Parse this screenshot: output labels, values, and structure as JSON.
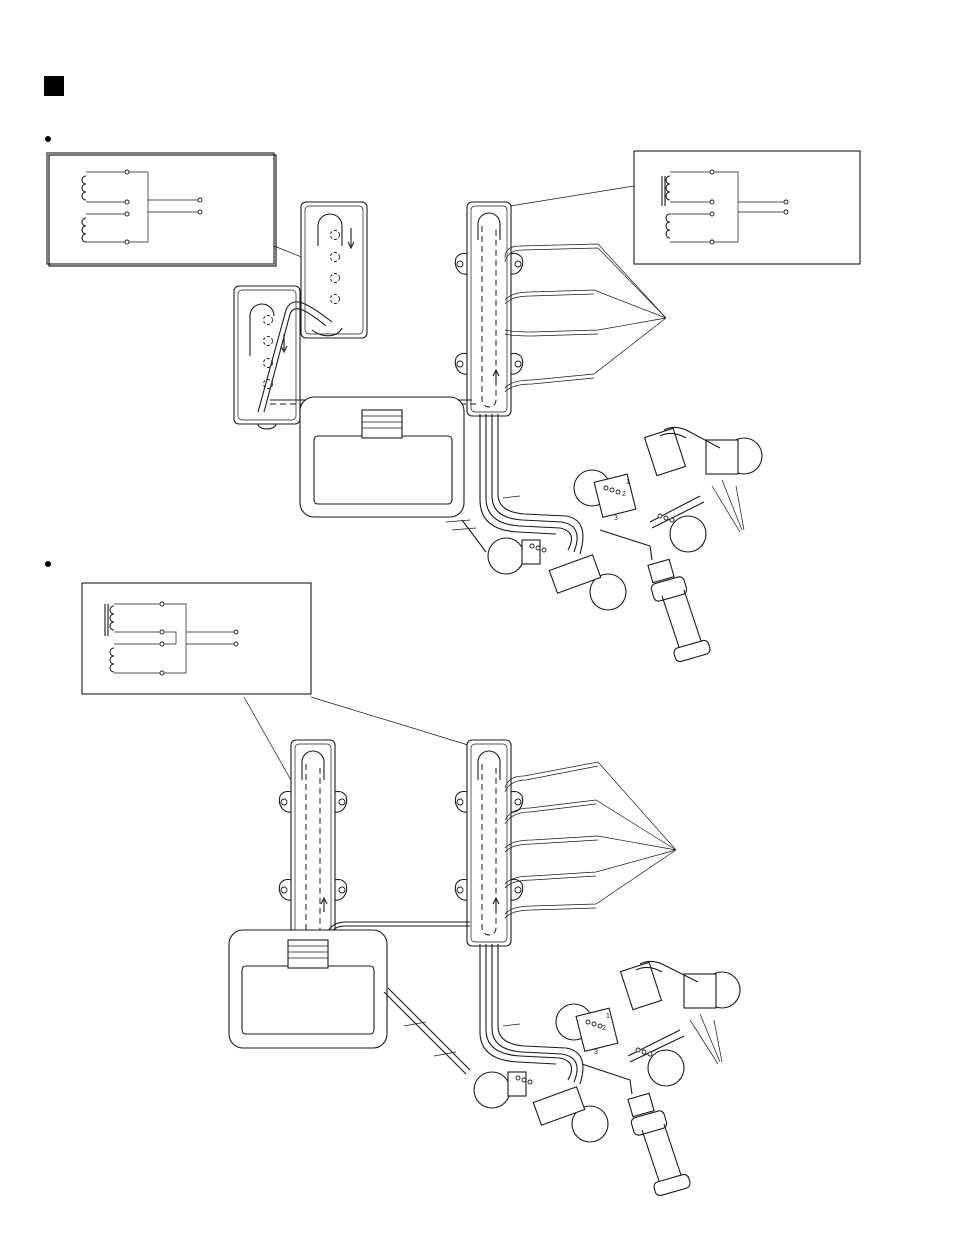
{
  "colors": {
    "ink": "#1a1a1a",
    "paper": "#ffffff"
  },
  "section": {
    "marker_icon": "filled-square"
  },
  "bullets": {
    "icon": "bullet-dot"
  },
  "components": {
    "switch_lug_labels": [
      "1",
      "2",
      "3"
    ]
  }
}
